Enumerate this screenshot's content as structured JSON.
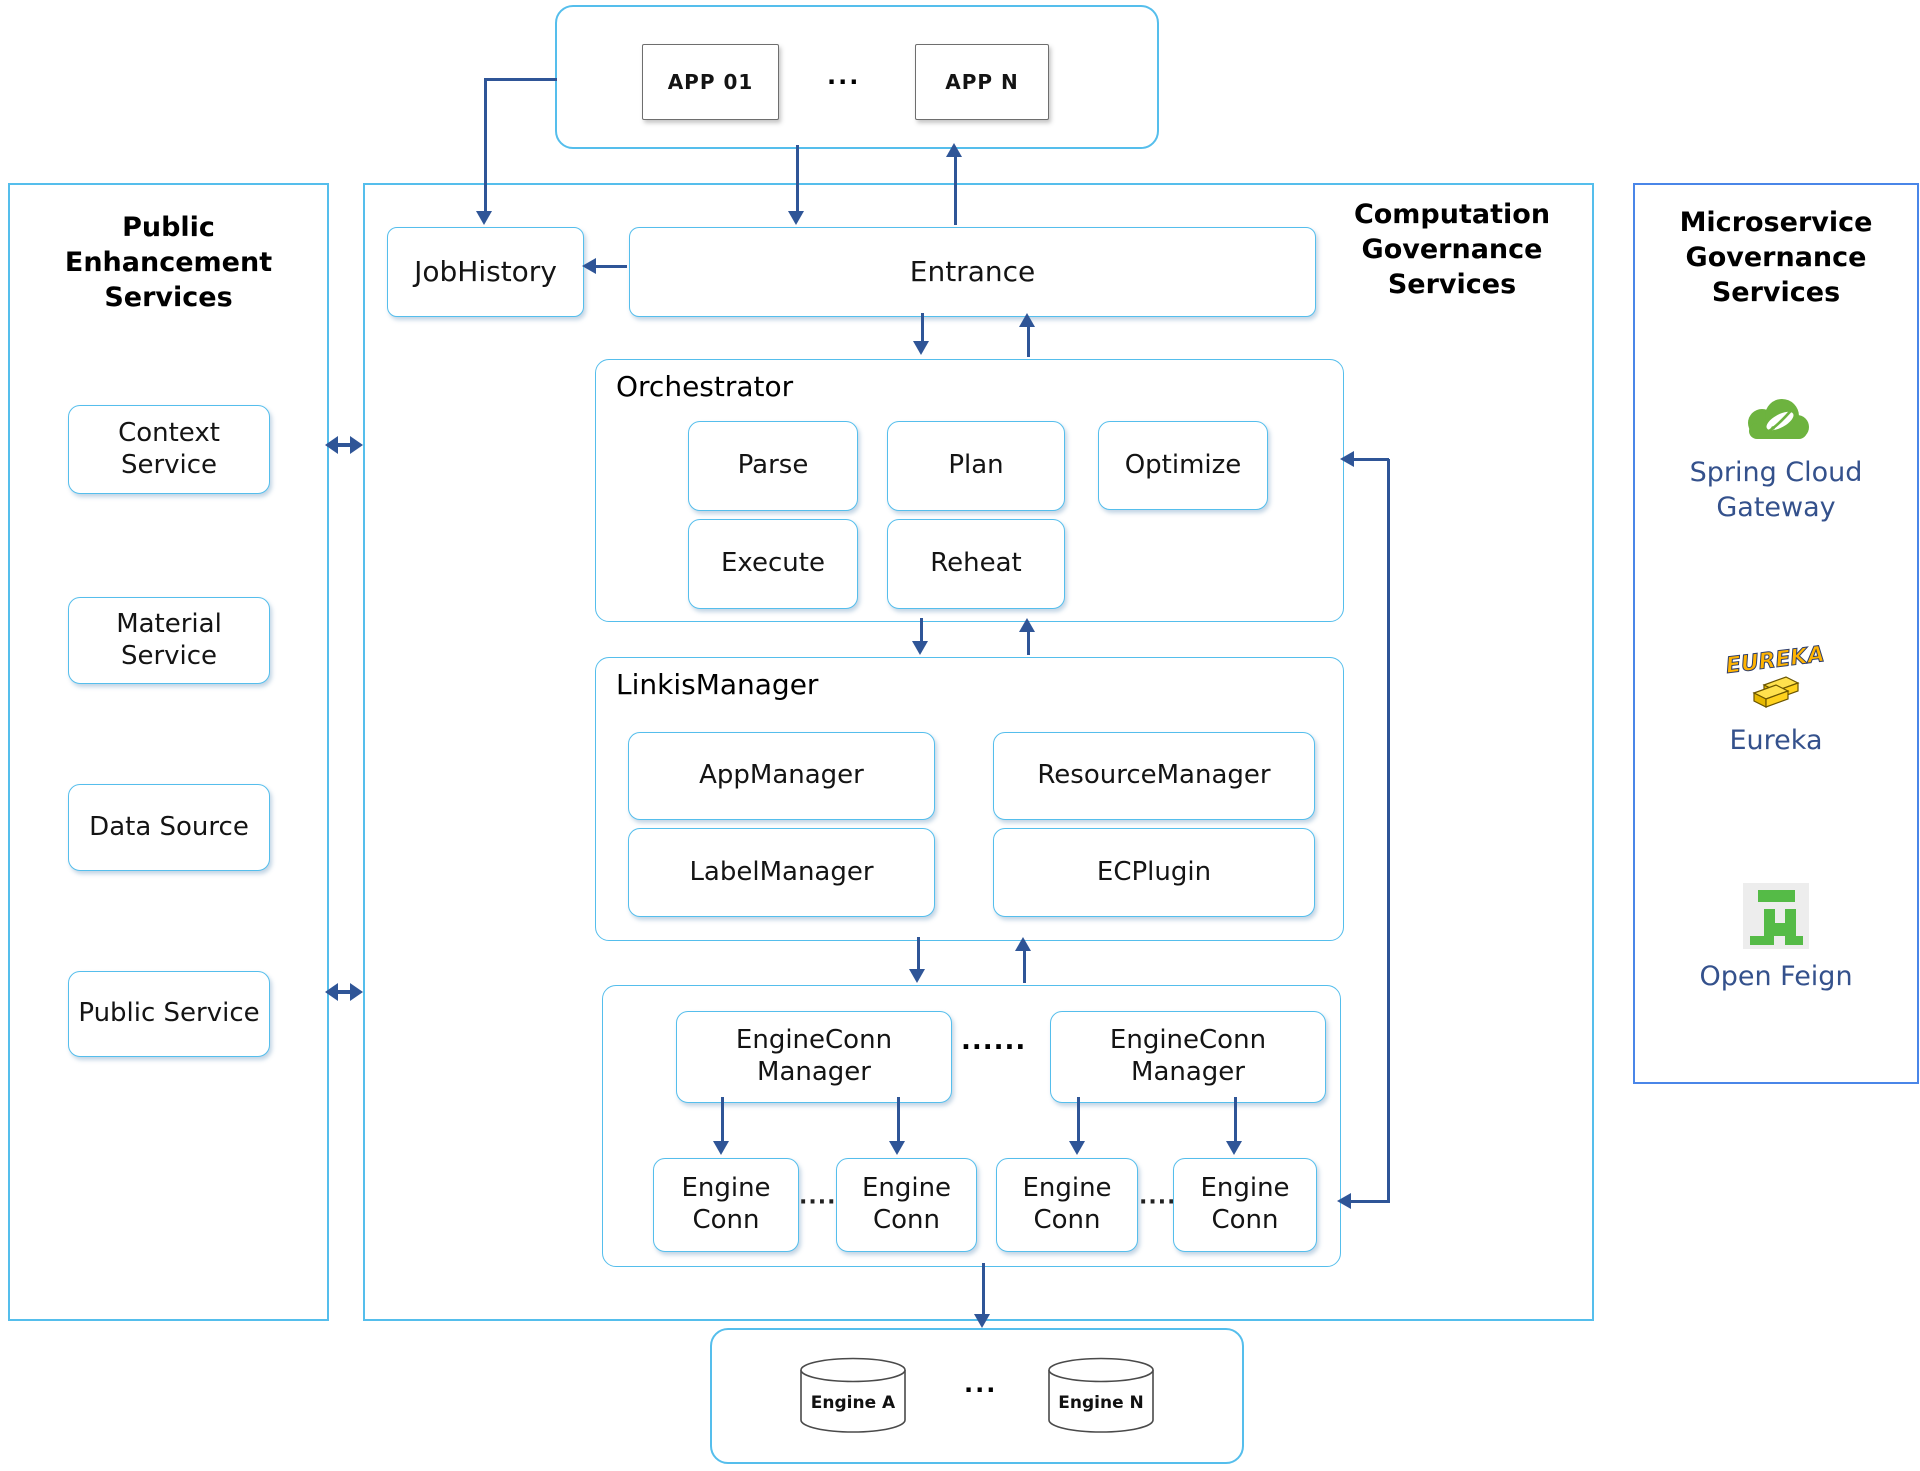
{
  "top_apps": {
    "app_01": "APP 01",
    "app_n": "APP N",
    "dots": "..."
  },
  "left_panel": {
    "title": "Public Enhancement Services",
    "items": [
      "Context Service",
      "Material Service",
      "Data Source",
      "Public Service"
    ]
  },
  "center_panel": {
    "title": "Computation Governance Services",
    "job_history": "JobHistory",
    "entrance": "Entrance",
    "orchestrator": {
      "label": "Orchestrator",
      "boxes": [
        "Parse",
        "Plan",
        "Optimize",
        "Execute",
        "Reheat"
      ]
    },
    "linkis_manager": {
      "label": "LinkisManager",
      "boxes": [
        "AppManager",
        "ResourceManager",
        "LabelManager",
        "ECPlugin"
      ]
    },
    "engine_conn": {
      "manager_1": "EngineConn Manager",
      "manager_2": "EngineConn Manager",
      "dots": "......",
      "engine_label": "Engine Conn",
      "small_dots": "·····"
    }
  },
  "right_panel": {
    "title": "Microservice Governance Services",
    "eureka_logo_text": "EUREKA",
    "items": [
      {
        "label": "Spring Cloud Gateway",
        "icon": "spring-cloud-gateway-icon"
      },
      {
        "label": "Eureka",
        "icon": "eureka-icon"
      },
      {
        "label": "Open Feign",
        "icon": "open-feign-icon"
      }
    ]
  },
  "bottom_engines": {
    "engine_a": "Engine A",
    "engine_n": "Engine N",
    "dots": "..."
  },
  "colors": {
    "panel_border": "#55BEEC",
    "right_panel_border": "#4A86E8",
    "arrow": "#2F5597",
    "label_blue": "#34518C",
    "spring_green": "#6DB33F",
    "feign_green": "#55BB47",
    "eureka_gold": "#FFD21E"
  }
}
